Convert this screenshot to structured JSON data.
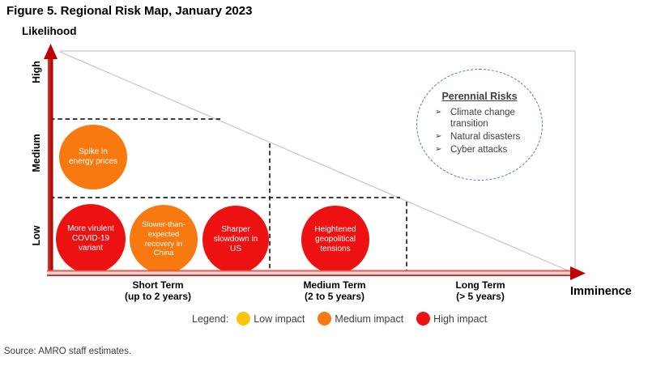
{
  "figure": {
    "title": "Figure 5. Regional Risk Map, January 2023",
    "source": "Source: AMRO staff estimates."
  },
  "axes": {
    "y_title": "Likelihood",
    "x_title": "Imminence",
    "y_ticks": [
      "High",
      "Medium",
      "Low"
    ],
    "x_ticks": [
      {
        "label": "Short Term",
        "range": "(up to 2 years)"
      },
      {
        "label": "Medium Term",
        "range": "(2 to 5 years)"
      },
      {
        "label": "Long Term",
        "range": "(> 5 years)"
      }
    ]
  },
  "palette": {
    "low": "#FFC20E",
    "medium": "#F8790F",
    "high": "#EE1111",
    "axis_red": "#C00000",
    "perennial_border": "#4472C4"
  },
  "bubbles": [
    {
      "name": "spike-in-energy-prices",
      "impact": "medium",
      "lines": [
        "Spike in",
        "energy prices"
      ]
    },
    {
      "name": "more-virulent-covid-19-variant",
      "impact": "high",
      "lines": [
        "More virulent",
        "COVID-19",
        "variant"
      ]
    },
    {
      "name": "slower-than-expected-recovery-in-china",
      "impact": "medium",
      "lines": [
        "Slower-than-",
        "expected",
        "recovery in",
        "China"
      ]
    },
    {
      "name": "sharper-slowdown-in-us",
      "impact": "high",
      "lines": [
        "Sharper",
        "slowdown in",
        "US"
      ]
    },
    {
      "name": "heightened-geopolitical-tensions",
      "impact": "high",
      "lines": [
        "Heightened",
        "geopolitical",
        "tensions"
      ]
    }
  ],
  "perennial_risks": {
    "title": "Perennial Risks",
    "bullet": "➢",
    "items": [
      "Climate change transition",
      "Natural disasters",
      "Cyber attacks"
    ]
  },
  "legend": {
    "label": "Legend:",
    "items": [
      {
        "label": "Low impact",
        "color": "#FFC20E"
      },
      {
        "label": "Medium impact",
        "color": "#F8790F"
      },
      {
        "label": "High impact",
        "color": "#EE1111"
      }
    ]
  },
  "chart_data": {
    "type": "scatter",
    "title": "Figure 5. Regional Risk Map, January 2023",
    "xlabel": "Imminence",
    "ylabel": "Likelihood",
    "x_categories": [
      "Short Term (up to 2 years)",
      "Medium Term (2 to 5 years)",
      "Long Term (> 5 years)"
    ],
    "y_categories": [
      "Low",
      "Medium",
      "High"
    ],
    "legend_entries": [
      "Low impact",
      "Medium impact",
      "High impact"
    ],
    "legend_position": "bottom",
    "grid": "dashed section dividers between likelihood bands and imminence bands; gray diagonal from top-left to bottom-right",
    "points": [
      {
        "label": "Spike in energy prices",
        "x": "Short Term (up to 2 years)",
        "y": "Medium",
        "impact": "Medium impact"
      },
      {
        "label": "More virulent COVID-19 variant",
        "x": "Short Term (up to 2 years)",
        "y": "Low",
        "impact": "High impact"
      },
      {
        "label": "Slower-than-expected recovery in China",
        "x": "Short Term (up to 2 years)",
        "y": "Low",
        "impact": "Medium impact"
      },
      {
        "label": "Sharper slowdown in US",
        "x": "Short Term (up to 2 years)",
        "y": "Low",
        "impact": "High impact"
      },
      {
        "label": "Heightened geopolitical tensions",
        "x": "Medium Term (2 to 5 years)",
        "y": "Low",
        "impact": "High impact"
      }
    ],
    "annotations": [
      "Perennial Risks (dashed blue circle, upper right): Climate change transition; Natural disasters; Cyber attacks"
    ],
    "source": "Source: AMRO staff estimates."
  }
}
